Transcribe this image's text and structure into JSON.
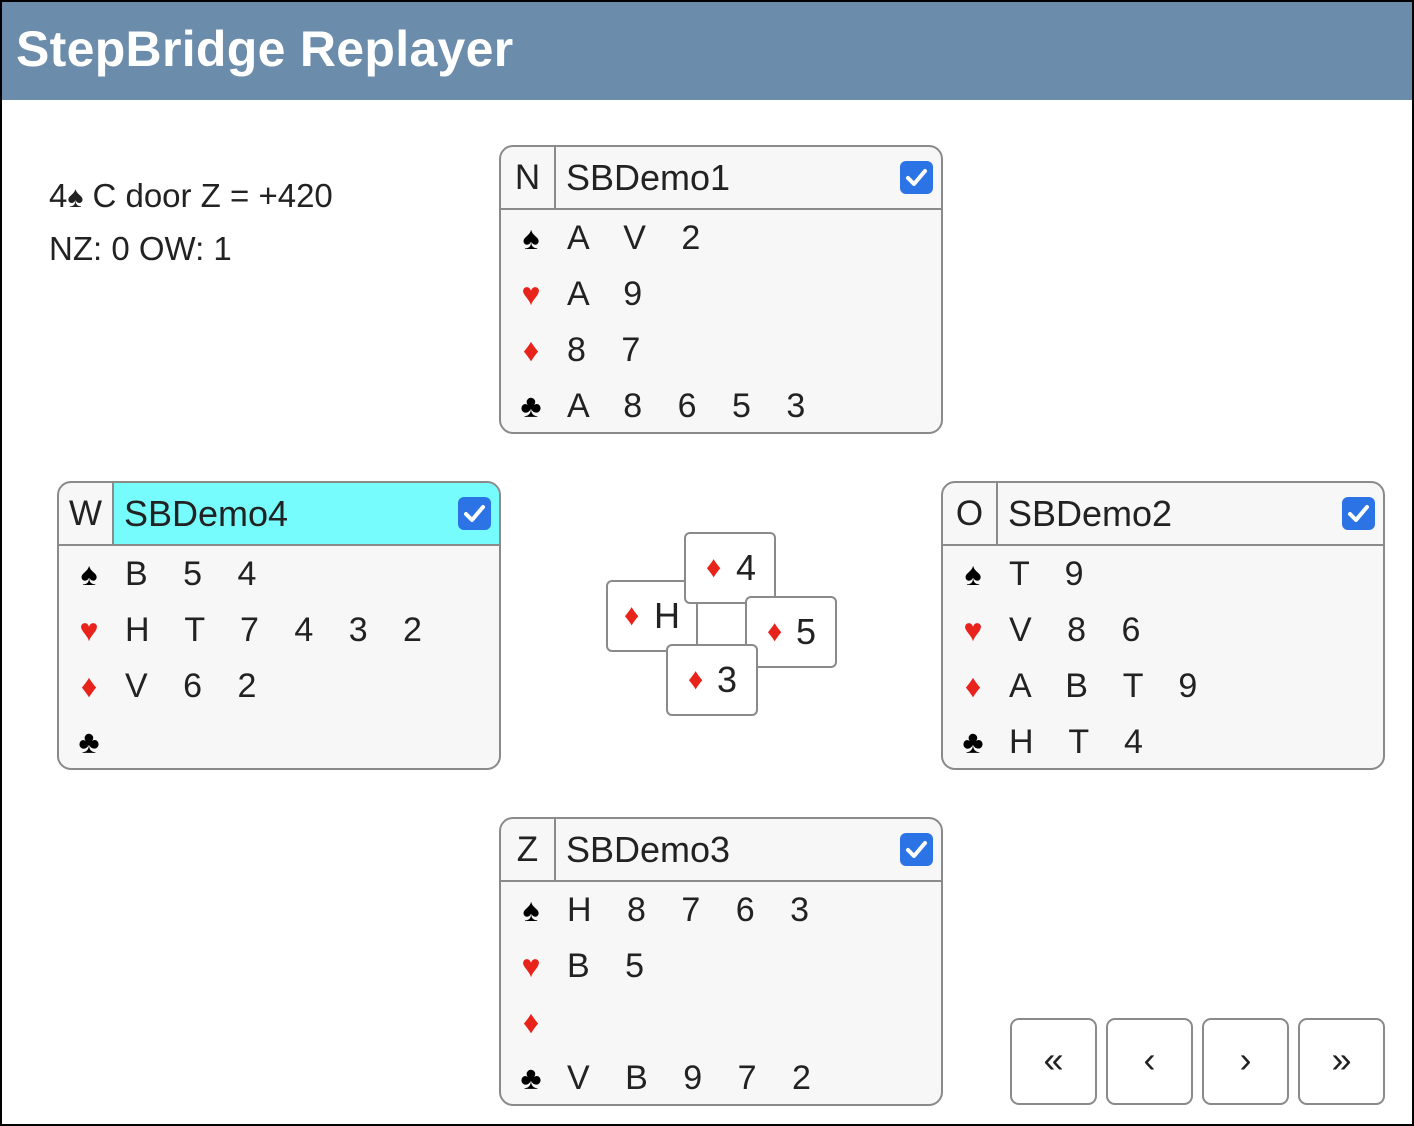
{
  "app": {
    "title": "StepBridge Replayer"
  },
  "info": {
    "contract_level": "4",
    "contract_suit": "♠",
    "contract_text": "C door Z = +420",
    "tricks": "NZ: 0 OW: 1"
  },
  "hands": {
    "north": {
      "seat": "N",
      "player": "SBDemo1",
      "active": false,
      "checked": true,
      "spades": "A V 2",
      "hearts": "A 9",
      "diamonds": "8 7",
      "clubs": "A 8 6 5 3"
    },
    "west": {
      "seat": "W",
      "player": "SBDemo4",
      "active": true,
      "checked": true,
      "spades": "B 5 4",
      "hearts": "H T 7 4 3 2",
      "diamonds": "V 6 2",
      "clubs": ""
    },
    "east": {
      "seat": "O",
      "player": "SBDemo2",
      "active": false,
      "checked": true,
      "spades": "T 9",
      "hearts": "V 8 6",
      "diamonds": "A B T 9",
      "clubs": "H T 4"
    },
    "south": {
      "seat": "Z",
      "player": "SBDemo3",
      "active": false,
      "checked": true,
      "spades": "H 8 7 6 3",
      "hearts": "B 5",
      "diamonds": "",
      "clubs": "V B 9 7 2"
    }
  },
  "suits": {
    "spade": "♠",
    "heart": "♥",
    "diamond": "♦",
    "club": "♣"
  },
  "trick": {
    "north": {
      "suit": "♦",
      "rank": "4"
    },
    "east": {
      "suit": "♦",
      "rank": "5"
    },
    "south": {
      "suit": "♦",
      "rank": "3"
    },
    "west": {
      "suit": "♦",
      "rank": "H"
    }
  },
  "nav": {
    "first": "«",
    "prev": "‹",
    "next": "›",
    "last": "»"
  },
  "colors": {
    "header": "#6b8caa",
    "active_player": "#76fcfd",
    "checkbox": "#2c74e6",
    "red_suit": "#e8231b"
  }
}
